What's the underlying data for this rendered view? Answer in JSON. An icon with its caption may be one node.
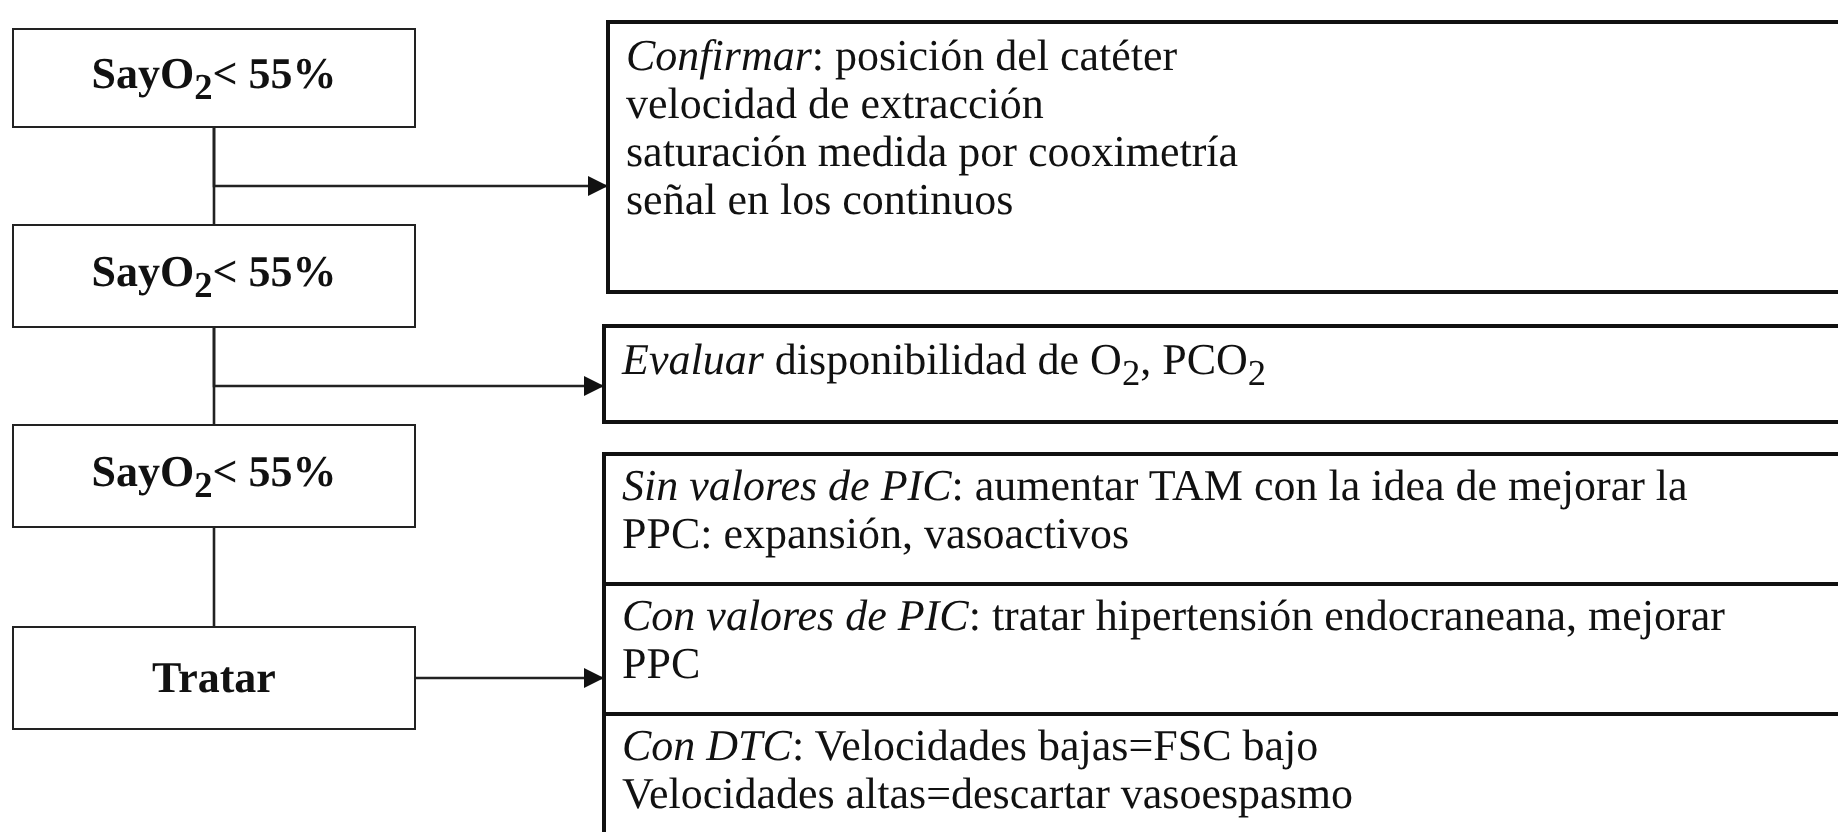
{
  "diagram": {
    "nodes": [
      {
        "text": [
          "SayO$_{2}$< 55%"
        ]
      },
      {
        "text": [
          "*Confirmar*: posición del catéter",
          "velocidad de extracción",
          "saturación medida por cooximetría",
          "señal en los continuos"
        ]
      },
      {
        "text": [
          "SayO$_{2}$< 55%"
        ]
      },
      {
        "text": [
          "*Evaluar* disponibilidad de O$_{2}$, PCO$_{2}$"
        ]
      },
      {
        "text": [
          "SayO$_{2}$< 55%"
        ]
      },
      {
        "text": [
          "Tratar"
        ]
      },
      {
        "text": [],
        "shape": "box"
      },
      {
        "text": [
          "*Sin valores de PIC*: aumentar TAM con la idea de mejorar la PPC: expansión, vasoactivos"
        ],
        "in": 6
      },
      {
        "text": [
          "*Con valores de PIC*: tratar hipertensión endocraneana, mejorar PPC"
        ],
        "in": 6
      },
      {
        "text": [
          "*Con DTC*: Velocidades bajas=FSC bajo",
          "Velocidades altas=descartar vasoespasmo"
        ],
        "in": 6
      }
    ],
    "edges": [
      {
        "from": 0,
        "to": 2,
        "arrow": "none"
      },
      {
        "from": 0,
        "to": 1,
        "arrow": "to"
      },
      {
        "from": 2,
        "to": 4,
        "arrow": "none"
      },
      {
        "from": 2,
        "to": 3,
        "arrow": "to"
      },
      {
        "from": 4,
        "to": 5,
        "arrow": "none"
      },
      {
        "from": 5,
        "to": 6,
        "arrow": "to"
      }
    ]
  }
}
